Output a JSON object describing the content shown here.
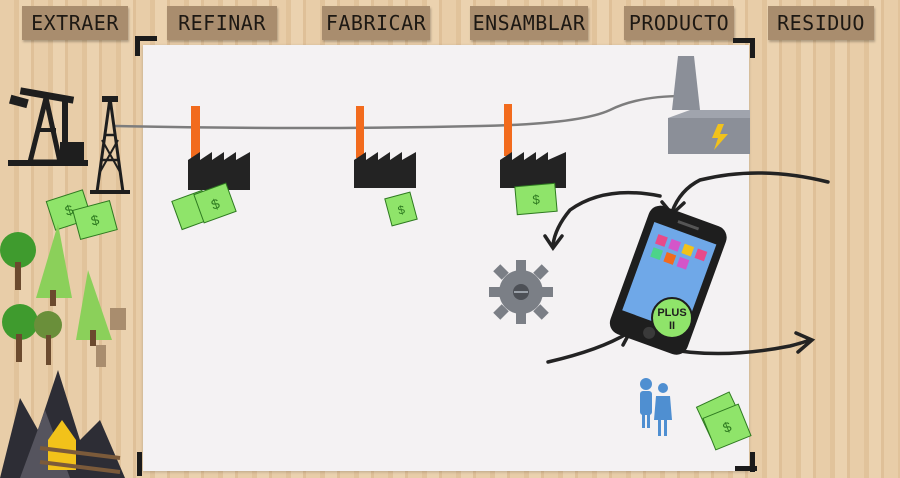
{
  "stages": [
    {
      "label": "EXTRAER"
    },
    {
      "label": "REFINAR"
    },
    {
      "label": "FABRICAR"
    },
    {
      "label": "ENSAMBLAR"
    },
    {
      "label": "PRODUCTO"
    },
    {
      "label": "RESIDUO"
    }
  ],
  "phone_badge": {
    "line1": "PLUS",
    "line2": "II"
  },
  "colors": {
    "board": "#f4f2f3",
    "wood": "#e6caa4",
    "label_tag": "#a98d6e",
    "money": "#8fe46a",
    "chimney": "#f26b1d",
    "factory": "#232323",
    "tree_green": "#3f9b2e",
    "tree_lightgreen": "#8bd05a",
    "gear": "#7b7f86",
    "smokestack": "#8b8f98",
    "bolt": "#f2c21a",
    "people": "#4f8fd1",
    "phone_screen": "#6fa8e8"
  },
  "icons": [
    "oil-pump-icon",
    "oil-derrick-icon",
    "factory-icon",
    "money-icon",
    "gear-icon",
    "smartphone-icon",
    "smokestack-icon",
    "lightning-icon",
    "tree-icon",
    "mountain-icon",
    "people-icon",
    "arrow-icon"
  ]
}
